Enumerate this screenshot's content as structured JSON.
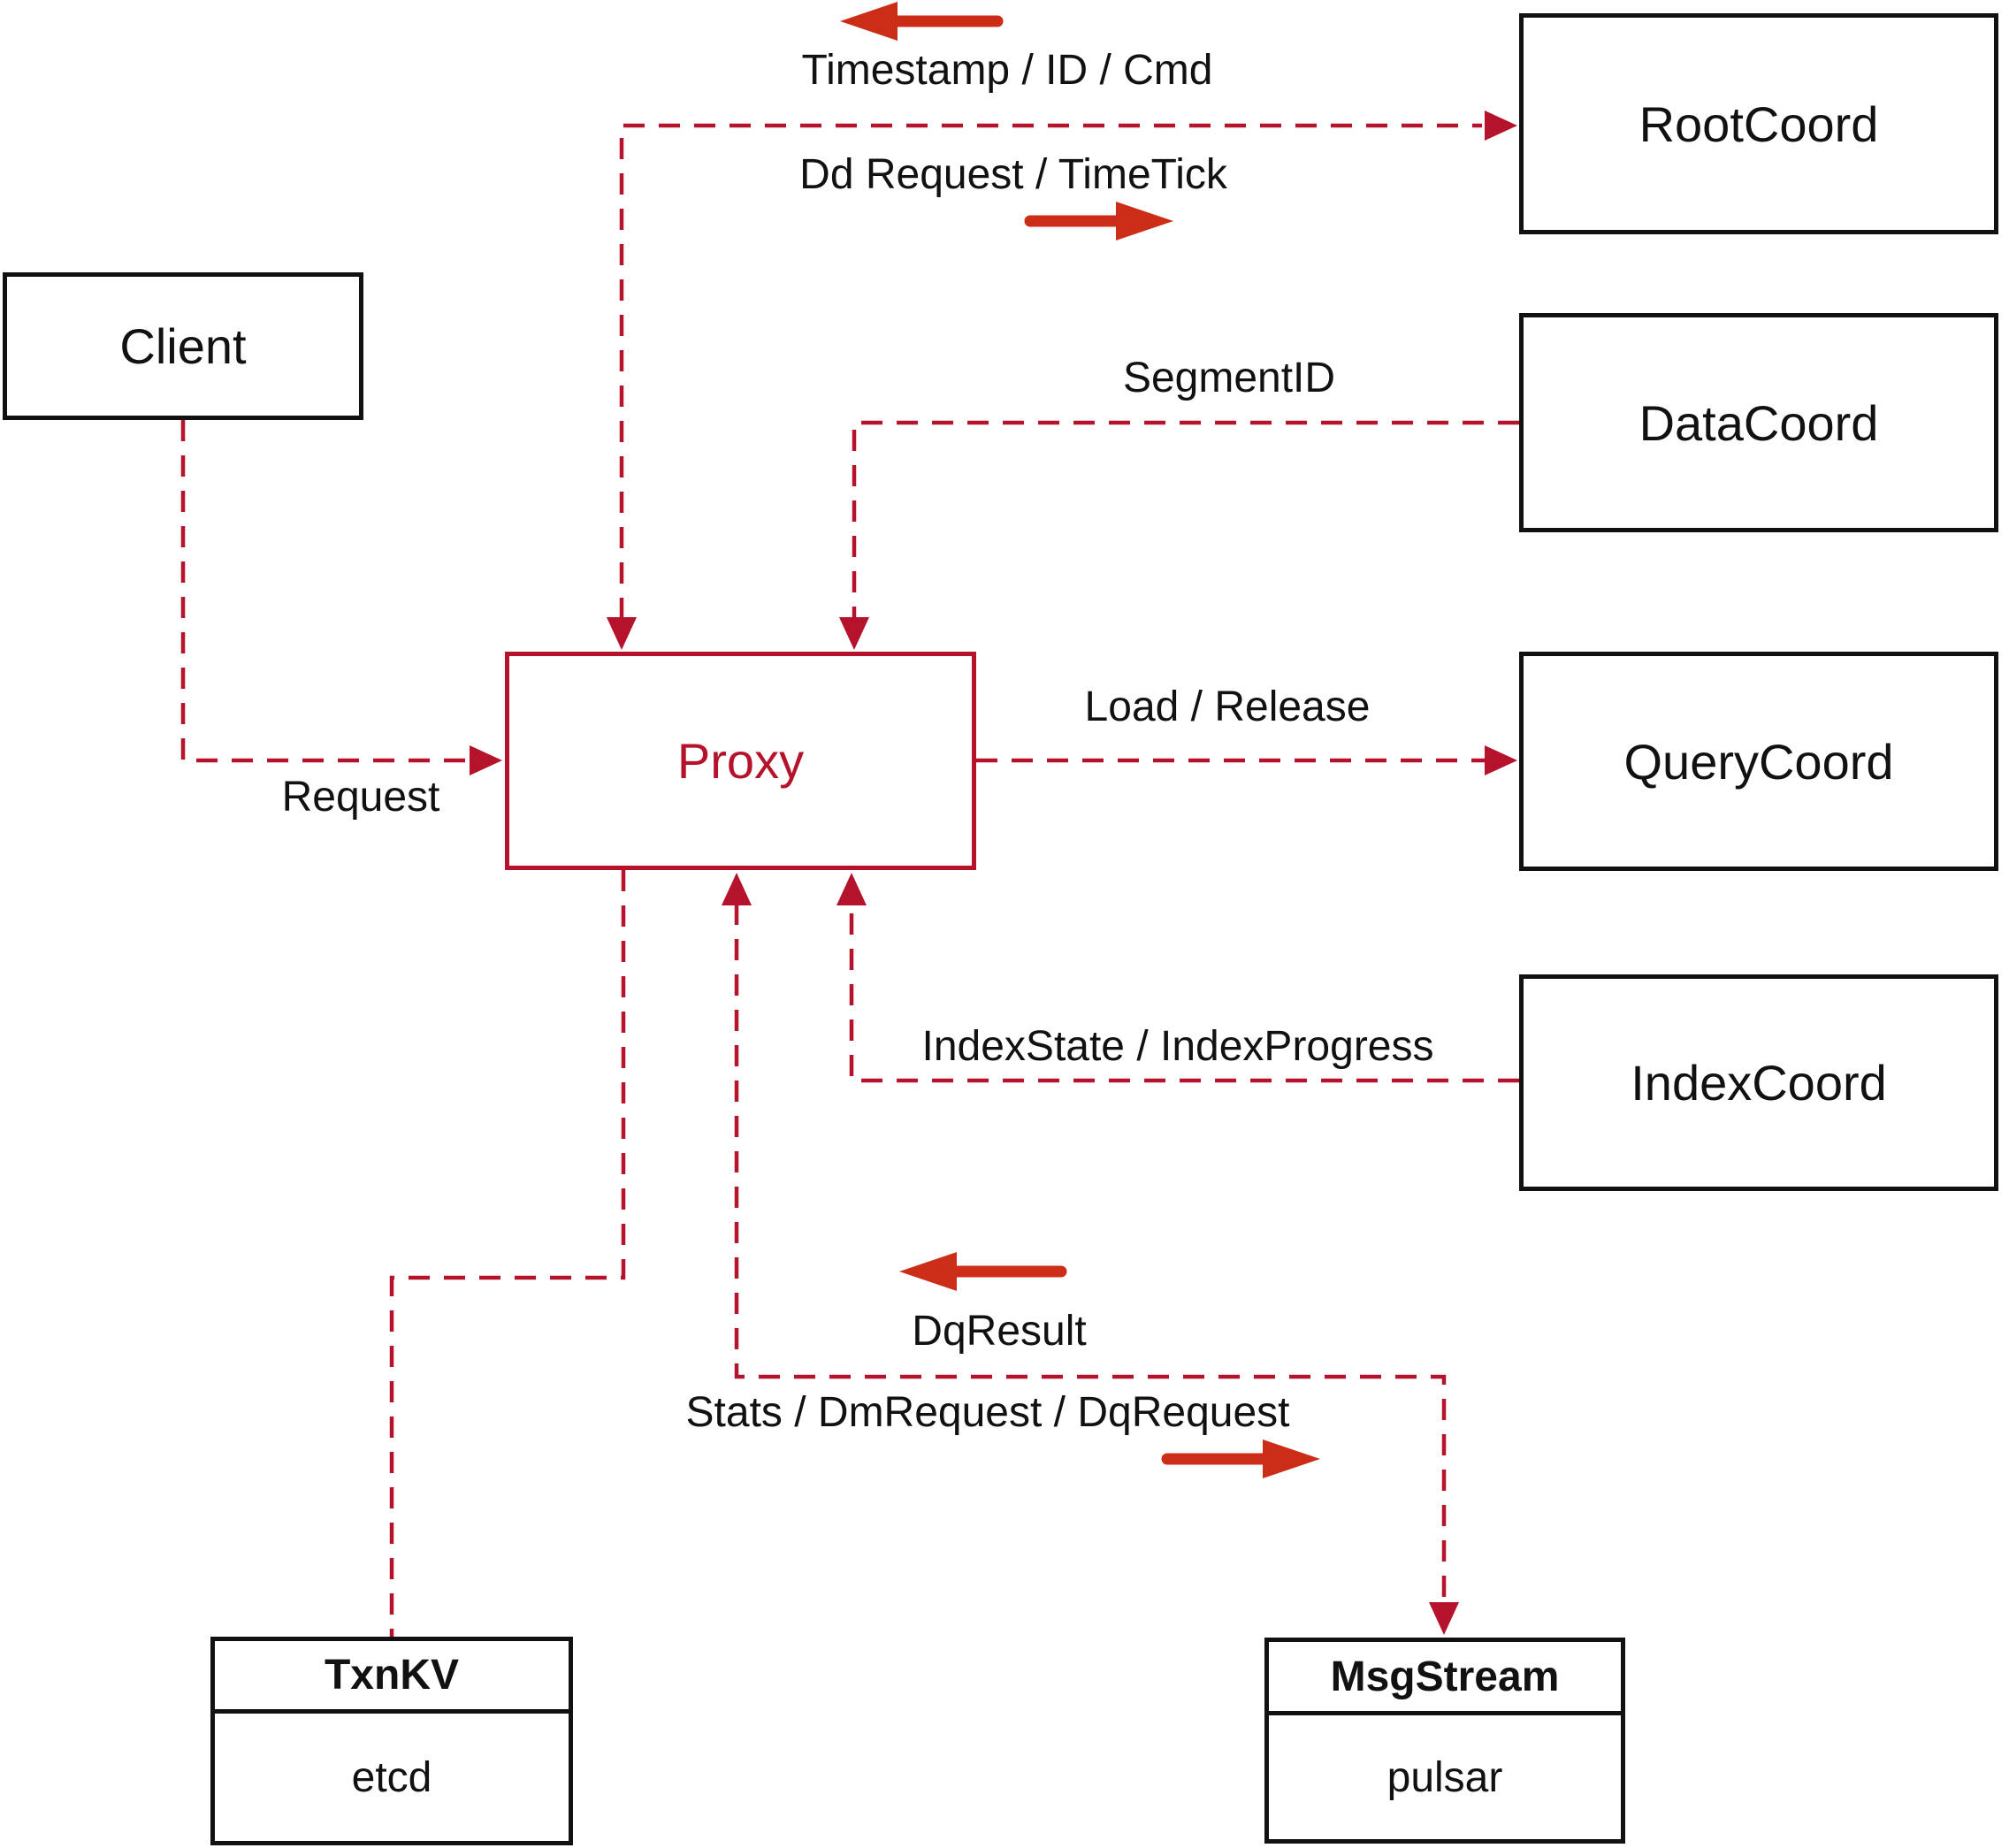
{
  "colors": {
    "connector": "#b5122b",
    "flow_arrow": "#cc2d16",
    "box_border": "#111111",
    "text": "#111111",
    "background": "#ffffff"
  },
  "nodes": {
    "client": {
      "label": "Client"
    },
    "proxy": {
      "label": "Proxy"
    },
    "root_coord": {
      "label": "RootCoord"
    },
    "data_coord": {
      "label": "DataCoord"
    },
    "query_coord": {
      "label": "QueryCoord"
    },
    "index_coord": {
      "label": "IndexCoord"
    },
    "txn_kv": {
      "title": "TxnKV",
      "impl": "etcd"
    },
    "msg_stream": {
      "title": "MsgStream",
      "impl": "pulsar"
    }
  },
  "edges": {
    "proxy_rootcoord": {
      "label_return": "Timestamp / ID / Cmd",
      "label_send": "Dd Request / TimeTick"
    },
    "datacoord_proxy": {
      "label": "SegmentID"
    },
    "client_proxy": {
      "label": "Request"
    },
    "proxy_querycoord": {
      "label": "Load / Release"
    },
    "indexcoord_proxy": {
      "label": "IndexState / IndexProgress"
    },
    "proxy_msgstream": {
      "label_return": "DqResult",
      "label_send": "Stats / DmRequest / DqRequest"
    }
  }
}
